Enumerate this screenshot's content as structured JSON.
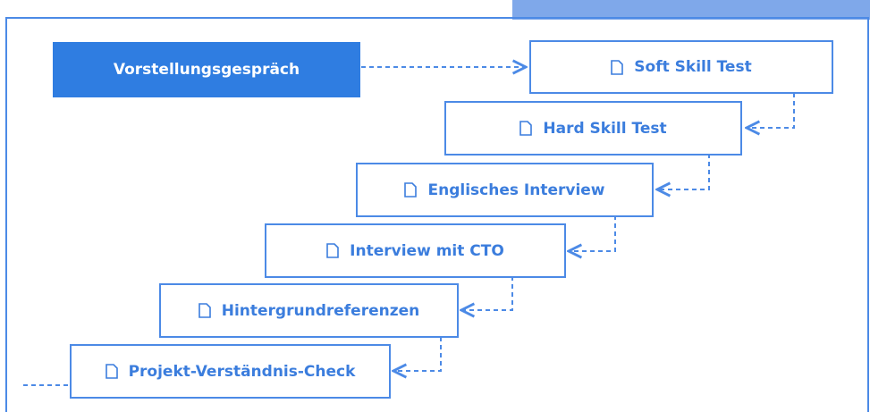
{
  "start_label": "Vorstellungsgespräch",
  "steps": [
    {
      "label": "Soft Skill Test",
      "icon": "document-icon"
    },
    {
      "label": "Hard Skill Test",
      "icon": "document-icon"
    },
    {
      "label": "Englisches Interview",
      "icon": "document-icon"
    },
    {
      "label": "Interview mit CTO",
      "icon": "document-icon"
    },
    {
      "label": "Hintergrundreferenzen",
      "icon": "document-icon"
    },
    {
      "label": "Projekt-Verständnis-Check",
      "icon": "document-icon"
    }
  ],
  "colors": {
    "accent": "#2f7de1",
    "border": "#4c8ae6",
    "text": "#3b7ddd",
    "tab": "#7fa8ea"
  }
}
